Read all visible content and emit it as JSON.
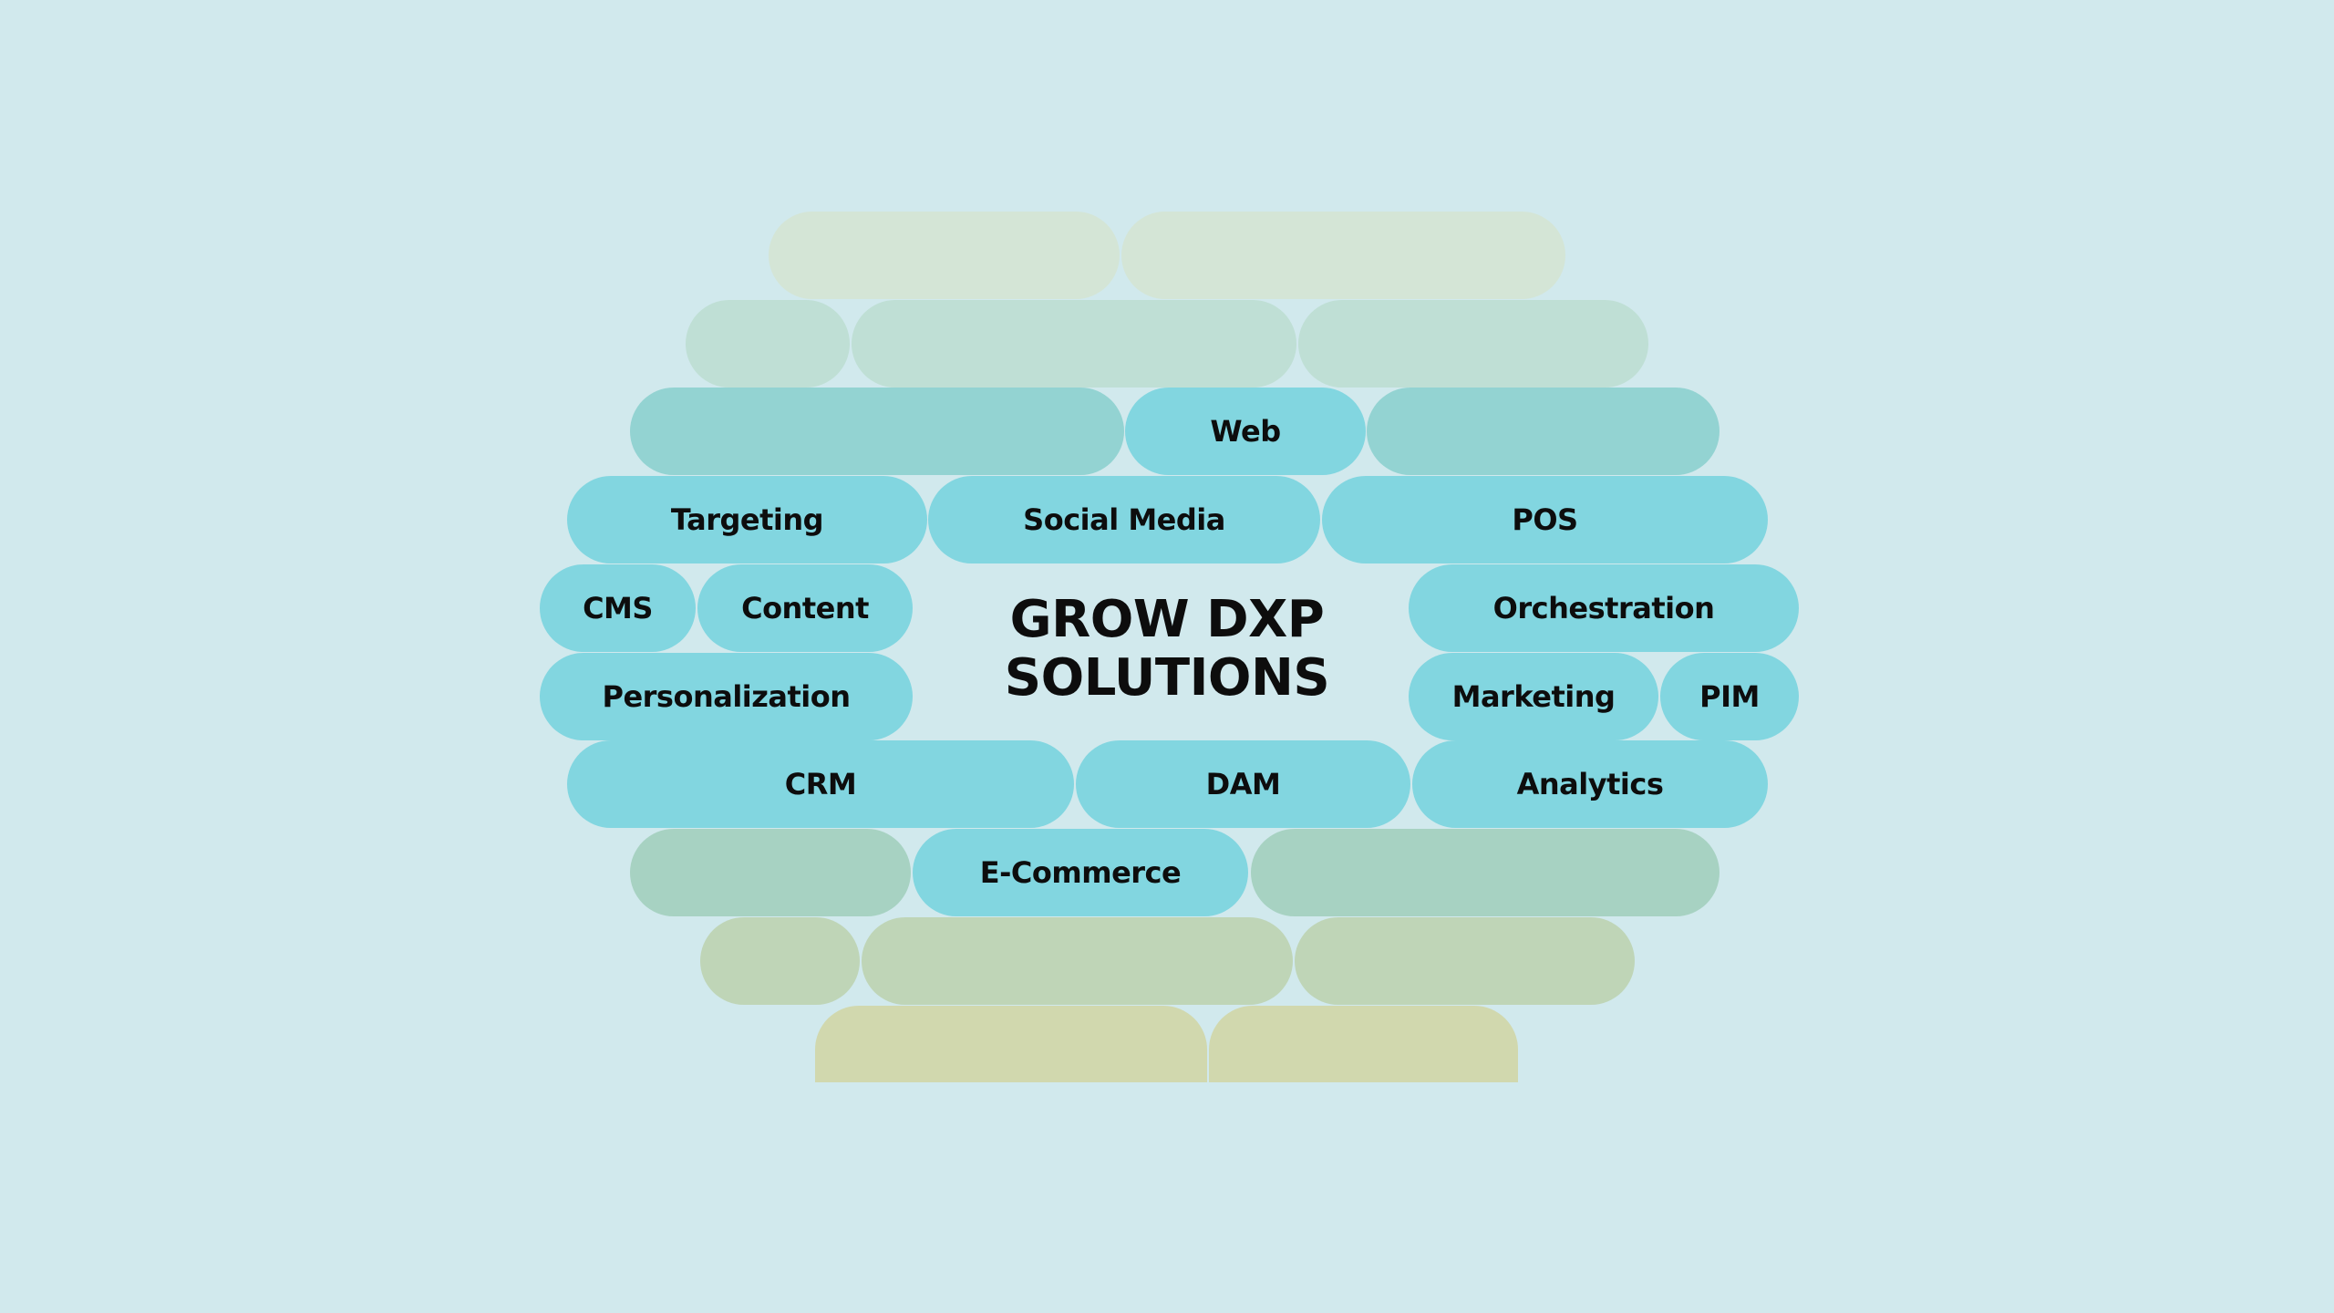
{
  "title": {
    "line1": "GROW DXP",
    "line2": "SOLUTIONS"
  },
  "palette": {
    "background": "#d1e9ed",
    "active": "#82d6e0",
    "row1": "#d4e5d6",
    "row2": "#bfdfd5",
    "row3": "#93d3d2",
    "row9": "#a7d2c2",
    "row10": "#bfd5b7",
    "row11": "#d1d8ae"
  },
  "labels": {
    "web": "Web",
    "targeting": "Targeting",
    "social_media": "Social Media",
    "pos": "POS",
    "cms": "CMS",
    "content": "Content",
    "orchestration": "Orchestration",
    "personalization": "Personalization",
    "marketing": "Marketing",
    "pim": "PIM",
    "crm": "CRM",
    "dam": "DAM",
    "analytics": "Analytics",
    "ecommerce": "E-Commerce"
  }
}
